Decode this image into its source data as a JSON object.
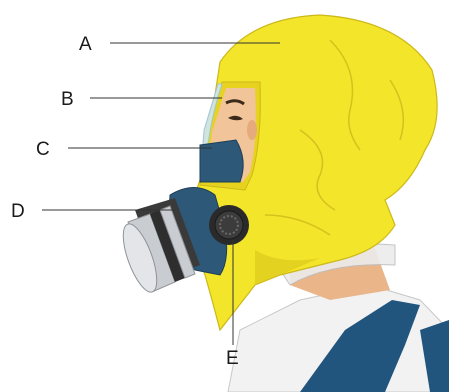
{
  "labels": {
    "a": "A",
    "b": "B",
    "c": "C",
    "d": "D",
    "e": "E"
  },
  "colors": {
    "hood": "#f3e529",
    "hood_shadow": "#d9c41a",
    "mask": "#2d5878",
    "mask_dark": "#1d3e58",
    "filter_silver": "#c9ccd0",
    "filter_dark": "#3a3a3a",
    "skin": "#f1c49a",
    "shirt": "#f2f2f2",
    "vest": "#21557e",
    "leader_line": "#333333"
  }
}
